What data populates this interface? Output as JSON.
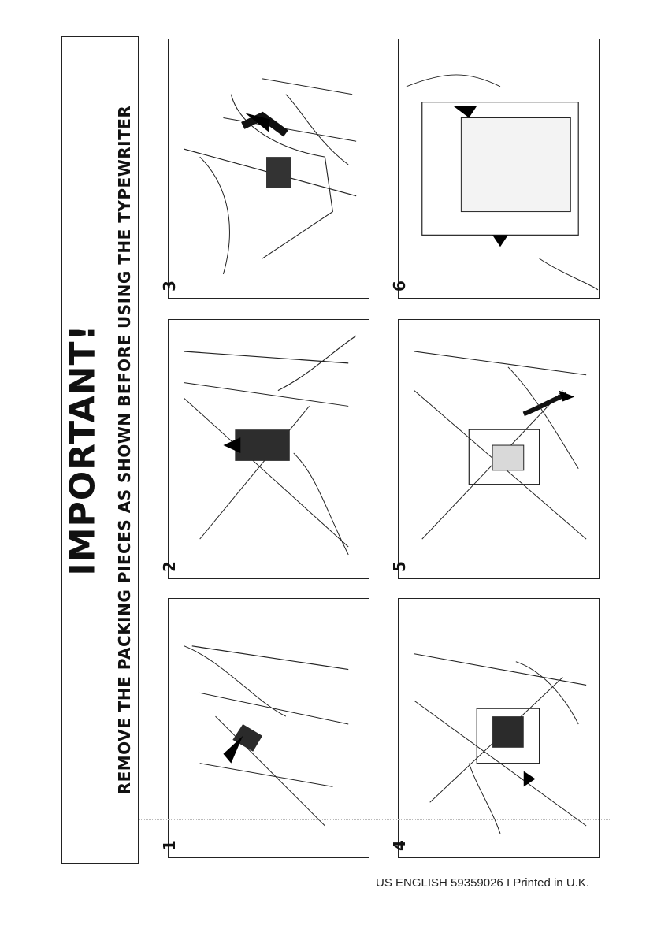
{
  "banner": {
    "title": "IMPORTANT!",
    "subtitle": "REMOVE THE PACKING PIECES AS SHOWN BEFORE USING THE TYPEWRITER"
  },
  "panels": [
    {
      "number": "1"
    },
    {
      "number": "2"
    },
    {
      "number": "3"
    },
    {
      "number": "4"
    },
    {
      "number": "5"
    },
    {
      "number": "6"
    }
  ],
  "footer": {
    "text": "US ENGLISH 59359026 I  Printed in U.K."
  }
}
